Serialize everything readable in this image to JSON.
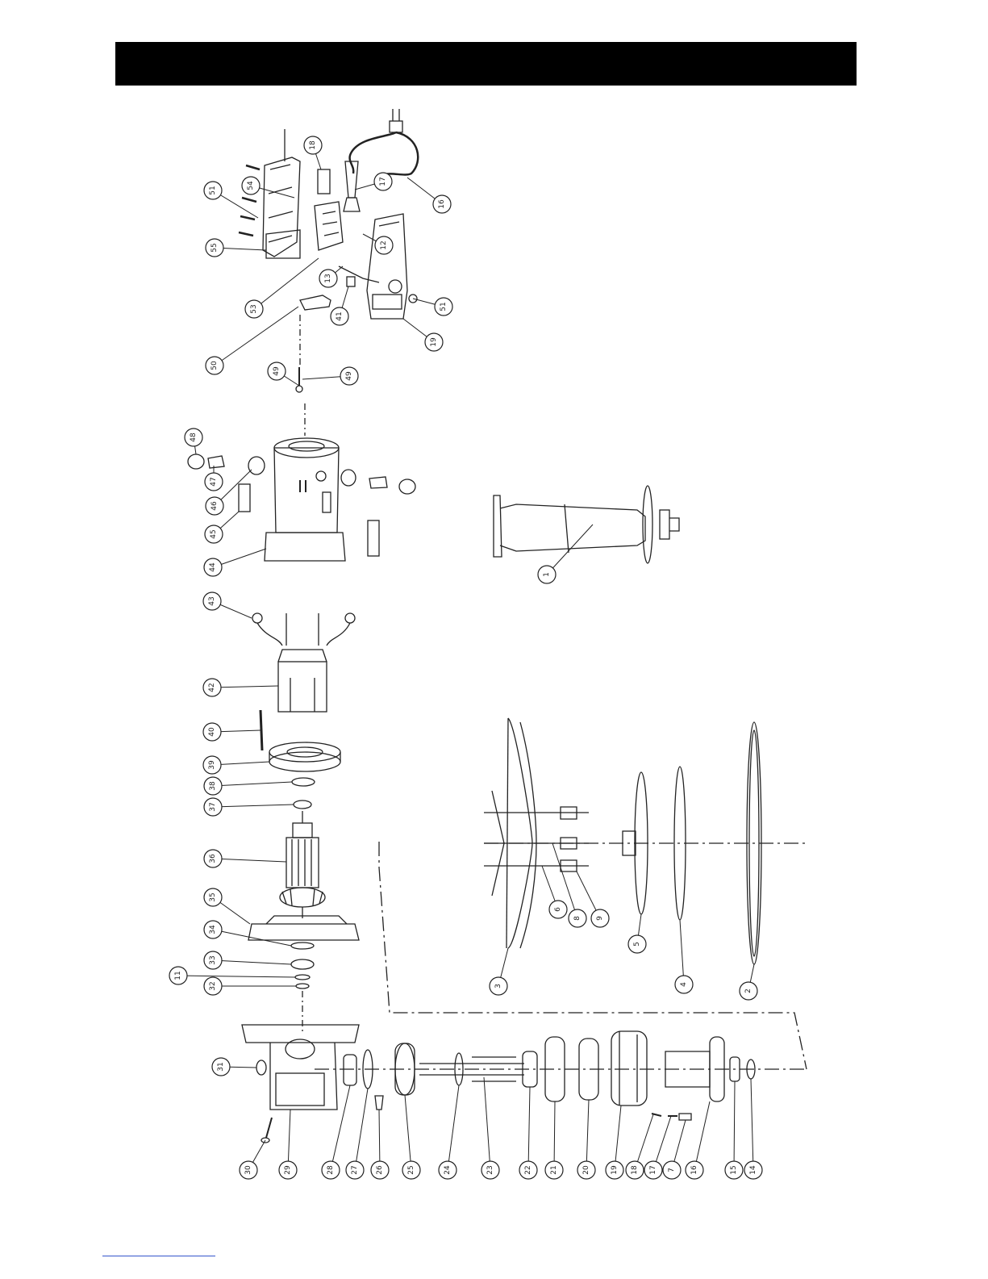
{
  "header": {
    "title": ""
  },
  "callouts": [
    {
      "label": "16"
    },
    {
      "label": "17"
    },
    {
      "label": "18"
    },
    {
      "label": "51"
    },
    {
      "label": "54"
    },
    {
      "label": "55"
    },
    {
      "label": "53"
    },
    {
      "label": "13"
    },
    {
      "label": "12"
    },
    {
      "label": "41"
    },
    {
      "label": "51"
    },
    {
      "label": "19"
    },
    {
      "label": "50"
    },
    {
      "label": "49"
    },
    {
      "label": "49"
    },
    {
      "label": "48"
    },
    {
      "label": "47"
    },
    {
      "label": "46"
    },
    {
      "label": "45"
    },
    {
      "label": "44"
    },
    {
      "label": "43"
    },
    {
      "label": "42"
    },
    {
      "label": "40"
    },
    {
      "label": "39"
    },
    {
      "label": "38"
    },
    {
      "label": "37"
    },
    {
      "label": "36"
    },
    {
      "label": "35"
    },
    {
      "label": "34"
    },
    {
      "label": "33"
    },
    {
      "label": "11"
    },
    {
      "label": "32"
    },
    {
      "label": "31"
    },
    {
      "label": "30"
    },
    {
      "label": "29"
    },
    {
      "label": "28"
    },
    {
      "label": "27"
    },
    {
      "label": "26"
    },
    {
      "label": "25"
    },
    {
      "label": "24"
    },
    {
      "label": "23"
    },
    {
      "label": "22"
    },
    {
      "label": "21"
    },
    {
      "label": "20"
    },
    {
      "label": "19"
    },
    {
      "label": "18"
    },
    {
      "label": "17"
    },
    {
      "label": "7"
    },
    {
      "label": "16"
    },
    {
      "label": "15"
    },
    {
      "label": "14"
    },
    {
      "label": "1"
    },
    {
      "label": "6"
    },
    {
      "label": "8"
    },
    {
      "label": "9"
    },
    {
      "label": "5"
    },
    {
      "label": "3"
    },
    {
      "label": "4"
    },
    {
      "label": "2"
    }
  ]
}
